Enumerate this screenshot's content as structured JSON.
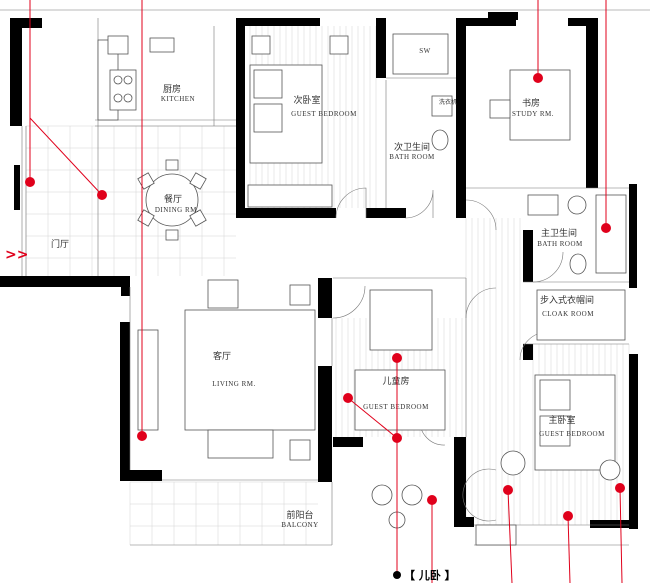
{
  "rooms": {
    "kitchen": {
      "cn": "厨房",
      "en": "KITCHEN"
    },
    "dining": {
      "cn": "餐厅",
      "en": "DINING RM."
    },
    "foyer": {
      "cn": "门厅"
    },
    "guest_bedroom_1": {
      "cn": "次卧室",
      "en": "GUEST BEDROOM"
    },
    "guest_bath": {
      "cn": "次卫生间",
      "en": "BATH ROOM"
    },
    "laundry": {
      "cn": "洗衣机"
    },
    "sw": {
      "label": "SW"
    },
    "study": {
      "cn": "书房",
      "en": "STUDY RM."
    },
    "master_bath": {
      "cn": "主卫生间",
      "en": "BATH ROOM"
    },
    "cloak": {
      "cn": "步入式衣帽间",
      "en": "CLOAK ROOM"
    },
    "living": {
      "cn": "客厅",
      "en": "LIVING RM."
    },
    "kids_room": {
      "cn": "儿童房",
      "en": "GUEST BEDROOM"
    },
    "master_bedroom": {
      "cn": "主卧室",
      "en": "GUEST BEDROOM"
    },
    "balcony": {
      "cn": "前阳台",
      "en": "BALCONY"
    }
  },
  "entrance_marker": ">>",
  "caption": "【 儿卧 】",
  "colors": {
    "marker": "#e0001b",
    "wall": "#000000",
    "line": "#777777"
  }
}
